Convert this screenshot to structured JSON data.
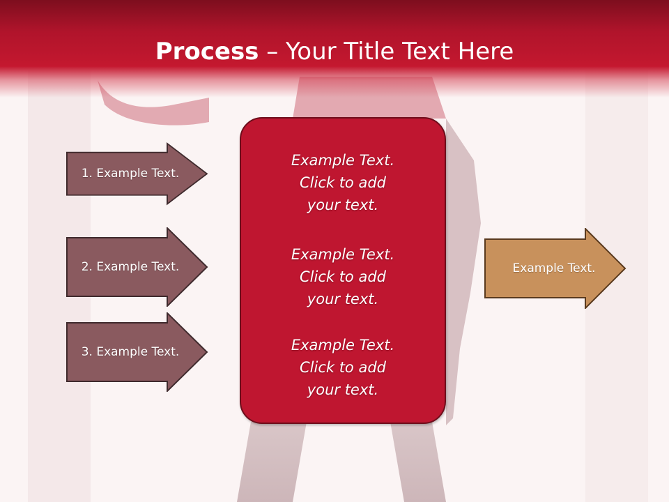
{
  "title": {
    "strong": "Process",
    "rest": " – Your Title Text Here"
  },
  "left_arrows": [
    {
      "label": "1. Example Text."
    },
    {
      "label": "2. Example Text."
    },
    {
      "label": "3. Example Text."
    }
  ],
  "center_blocks": [
    {
      "line1": "Example Text.",
      "line2": "Click  to add",
      "line3": "your text."
    },
    {
      "line1": "Example Text.",
      "line2": "Click  to add",
      "line3": "your text."
    },
    {
      "line1": "Example Text.",
      "line2": "Click  to add",
      "line3": "your text."
    }
  ],
  "right_arrow": {
    "label": "Example Text."
  },
  "colors": {
    "header": "#c4182f",
    "left_arrow_fill": "#8a5a5f",
    "center_box": "#bf1630",
    "right_arrow_fill": "#c8915c"
  }
}
